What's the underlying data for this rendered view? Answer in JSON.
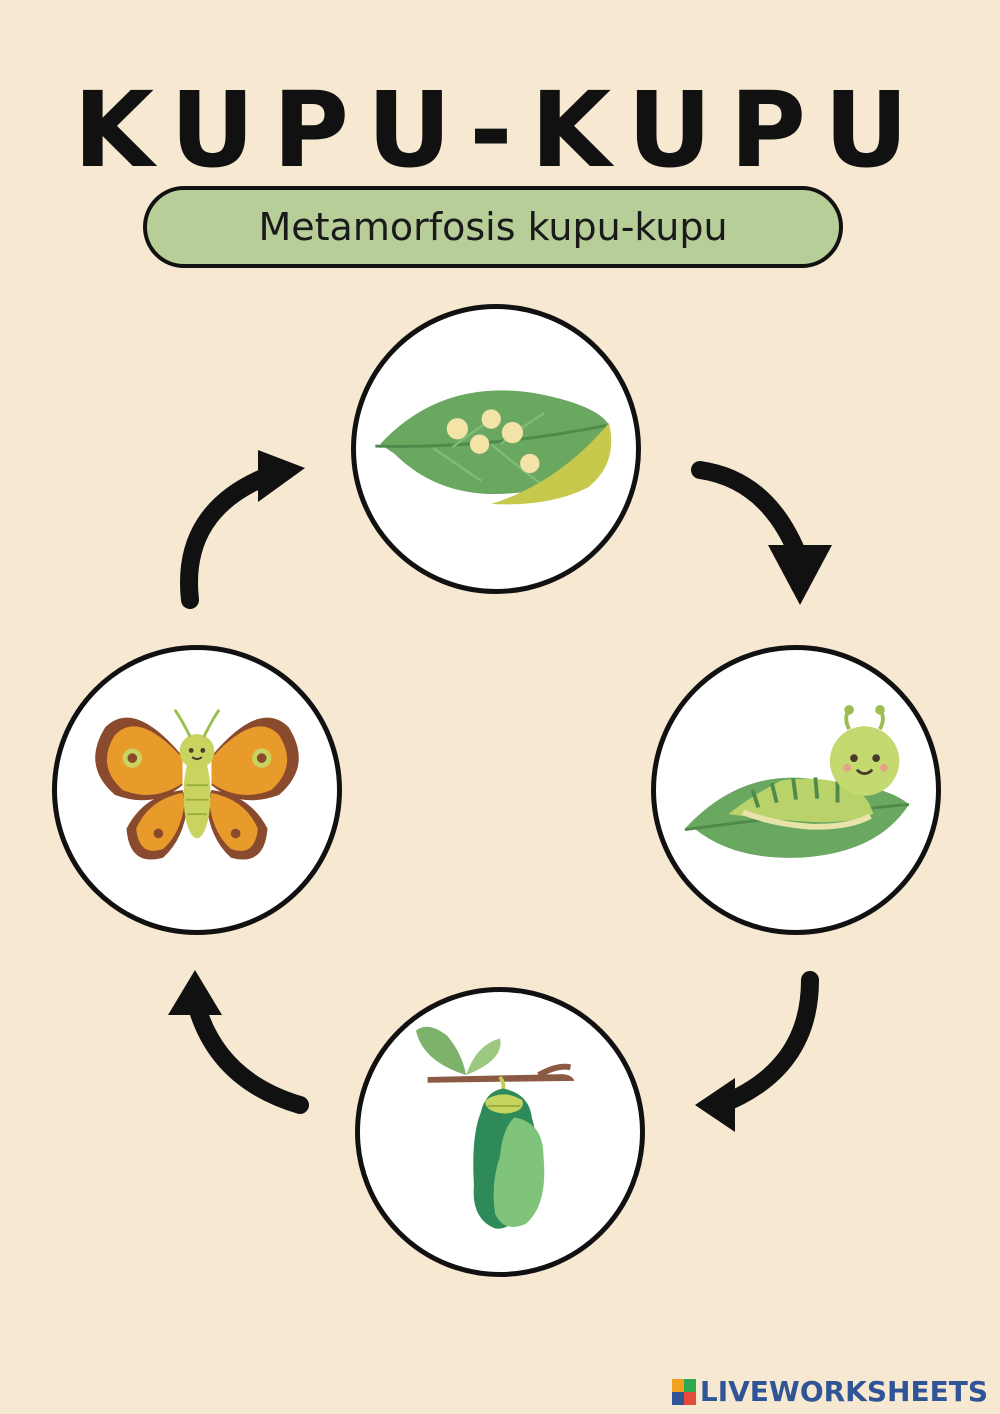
{
  "header": {
    "title": "KUPU-KUPU",
    "subtitle": "Metamorfosis kupu-kupu"
  },
  "stages": [
    {
      "name": "egg",
      "icon": "eggs-on-leaf-icon"
    },
    {
      "name": "caterpillar",
      "icon": "caterpillar-icon"
    },
    {
      "name": "pupa",
      "icon": "chrysalis-icon"
    },
    {
      "name": "butterfly",
      "icon": "butterfly-icon"
    }
  ],
  "footer": {
    "brand": "LIVEWORKSHEETS"
  },
  "colors": {
    "background": "#f7e8d1",
    "pill": "#b7ce98",
    "leaf": "#6aa761",
    "brand": "#2f5597"
  }
}
